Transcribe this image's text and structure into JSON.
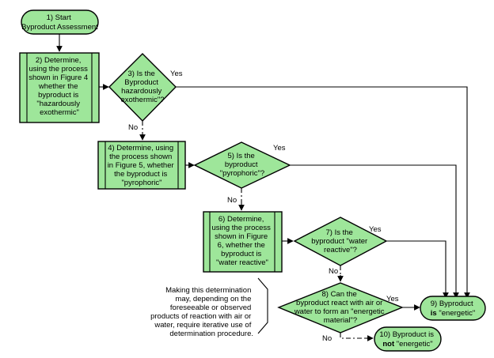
{
  "nodes": {
    "n1": [
      "1)  Start",
      "Byproduct Assessment"
    ],
    "n2": [
      "2)  Determine,",
      "using the process",
      "shown in Figure 4",
      "whether the",
      "byproduct is",
      "\"hazardously",
      "exothermic\""
    ],
    "n3": [
      "3)  Is the",
      "Byproduct",
      "hazardously",
      "exothermic\"?"
    ],
    "n4": [
      "4)  Determine, using",
      "the process shown",
      "in Figure 5, whether",
      "the byproduct is",
      "\"pyrophoric\""
    ],
    "n5": [
      "5)  Is the",
      "byproduct",
      "\"pyrophoric\"?"
    ],
    "n6": [
      "6)  Determine,",
      "using the process",
      "shown in Figure",
      "6, whether the",
      "byproduct is",
      "\"water reactive\""
    ],
    "n7": [
      "7)  Is the",
      "byproduct \"water",
      "reactive\"?"
    ],
    "n8": [
      "8)  Can the",
      "byproduct react with air or",
      "water to form an \"energetic",
      "material\"?"
    ],
    "n9_line1": "9)  Byproduct",
    "n9_line2_bold": "is",
    "n9_line2_rest": " \"energetic\"",
    "n10_line1": "10)  Byproduct is",
    "n10_line2_bold": "not",
    "n10_line2_rest": " \"energetic\""
  },
  "labels": {
    "yes": "Yes",
    "no": "No"
  },
  "note": [
    "Making this determination",
    "may, depending on the",
    "foreseeable or observed",
    "products of reaction with air or",
    "water, require iterative use of",
    "determination procedure."
  ]
}
